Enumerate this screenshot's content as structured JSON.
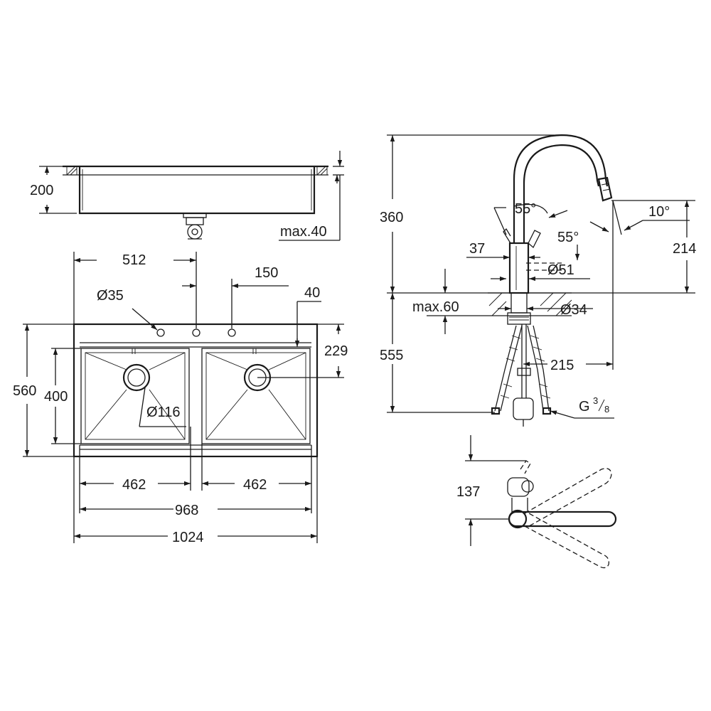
{
  "side_view": {
    "depth": "200",
    "max_counter": "max.40"
  },
  "top_view": {
    "overall_width": "1024",
    "inner_width": "968",
    "bowl_left": "462",
    "bowl_right": "462",
    "overall_depth": "560",
    "bowl_depth": "400",
    "hole_offset_512": "512",
    "hole_offset_150": "150",
    "edge_40": "40",
    "depth_229": "229",
    "tap_hole": "Ø35",
    "drain": "Ø116"
  },
  "faucet": {
    "height": "360",
    "spout_height": "214",
    "below_counter": "555",
    "reach": "215",
    "angle_top": "55°",
    "angle_side": "55°",
    "tilt": "10°",
    "dia_37": "37",
    "dia_51": "Ø51",
    "max_60": "max.60",
    "dia_34": "Ø34",
    "thread_prefix": "G",
    "thread_num": "3",
    "thread_den": "8"
  },
  "plan_view": {
    "height": "137"
  }
}
